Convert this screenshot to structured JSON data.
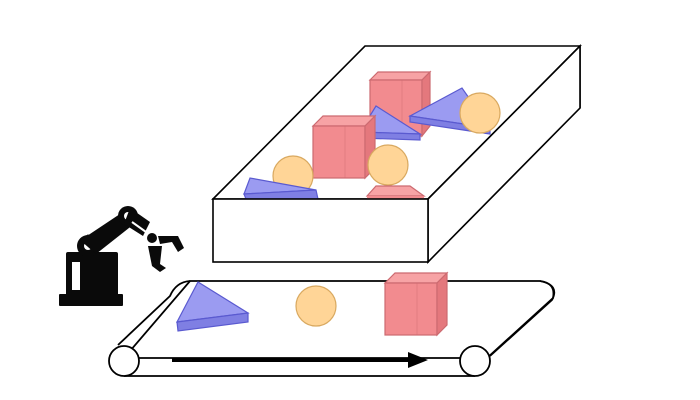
{
  "scene": {
    "description_visible_text": "",
    "colors": {
      "outline": "#000000",
      "background": "#ffffff",
      "cube_top": "#f7a3a5",
      "cube_front": "#f28b8f",
      "cube_side": "#e4787d",
      "cube_edge": "#cc6a70",
      "sphere_fill": "#ffd597",
      "sphere_edge": "#d9a960",
      "prism_top": "#9b9bf1",
      "prism_side": "#7f7fe3",
      "prism_edge": "#5a5ad0",
      "arm_fill": "#0a0a0a"
    },
    "icons": [
      "robot-arm-icon",
      "conveyor-belt",
      "sorting-bin",
      "direction-arrow"
    ],
    "objects_in_bin": {
      "cubes": 3,
      "spheres": 3,
      "prisms": 3
    },
    "objects_on_belt": [
      "prism",
      "sphere",
      "cube"
    ]
  }
}
